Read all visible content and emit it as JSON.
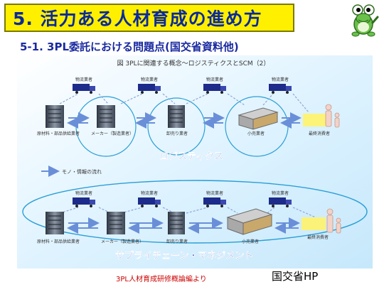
{
  "title": "5. 活力ある人材育成の進め方",
  "subtitle": "5-1. 3PL委託における問題点(国交省資料他)",
  "diagram": {
    "figure_title": "図 3PLに関連する概念～ロジスティクスとSCM（2）",
    "logistics_label": "ロジスティクス",
    "scm_label": "サプライチェーン・マネジメント",
    "legend": "モノ・情報の流れ",
    "carrier": "物流業者",
    "supplier": "原材料・部品供給業者",
    "maker": "メーカー（製造業者）",
    "wholesaler": "卸売り業者",
    "retailer": "小売業者",
    "consumer": "最終消費者"
  },
  "caption": "3PL人材育成研修概論編より",
  "source": "国交省HP",
  "colors": {
    "title_bg": "#fff000",
    "title_text": "#0a2a9a",
    "panel_bg": "#dff3ff",
    "ellipse": "#2a9fd6",
    "caption": "#cc0000"
  },
  "icons": [
    "frog-mascot-icon",
    "building-icon",
    "truck-icon",
    "store-icon",
    "family-icon"
  ]
}
